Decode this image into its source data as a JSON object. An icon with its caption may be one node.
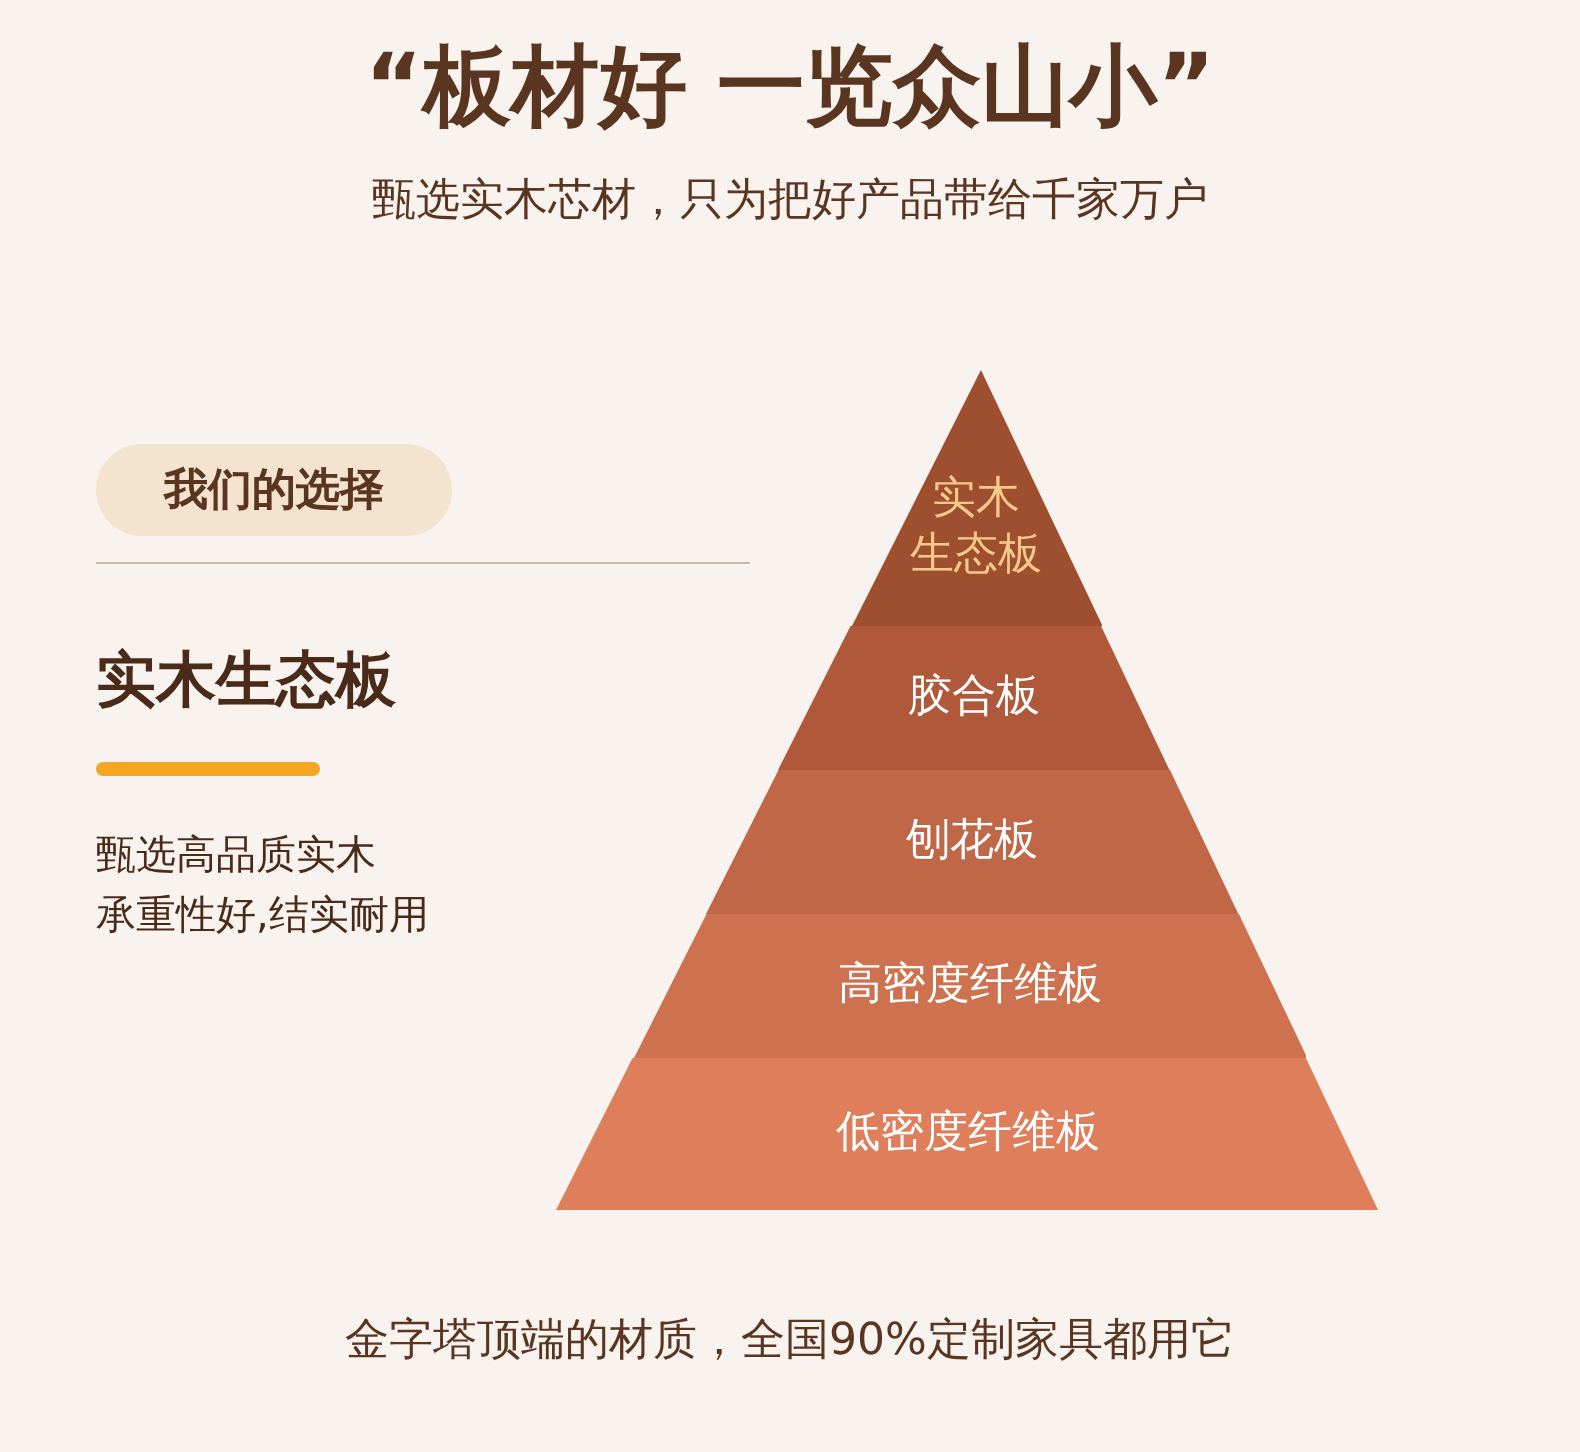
{
  "diagram": {
    "title": "“板材好 一览众山小”",
    "caption": "金字塔顶端的材质，全国90%定制家具都用它",
    "nodes": [
      {
        "text": [
          "我们的选择"
        ]
      },
      {
        "text": [
          "实木生态板"
        ]
      },
      {
        "text": [
          "胶合板"
        ]
      },
      {
        "text": [
          "刨花板"
        ]
      },
      {
        "text": [
          "高密度纤维板"
        ]
      },
      {
        "text": [
          "低密度纤维板"
        ]
      }
    ],
    "edges": [],
    "labels": [
      "甄选实木芯材，只为把好产品带给千家万户",
      "实木生态板",
      "甄选高品质实木",
      "承重性好,结实耐用"
    ]
  }
}
